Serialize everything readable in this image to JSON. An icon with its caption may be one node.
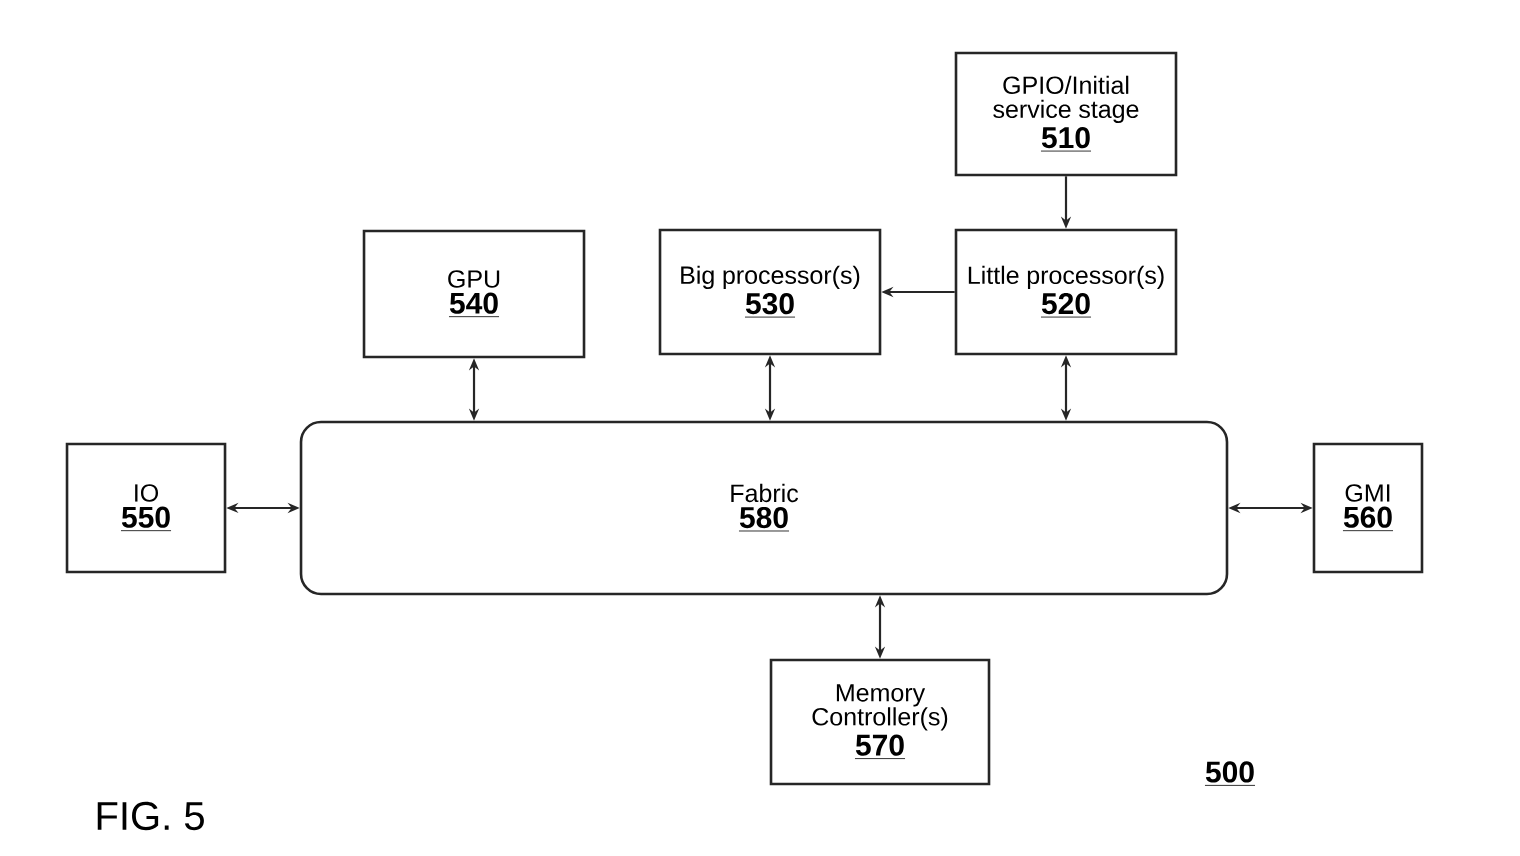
{
  "diagram": {
    "nodes": [
      {
        "text": [
          "GPIO/Initial service stage",
          "510"
        ]
      },
      {
        "text": [
          "GPU",
          "540"
        ]
      },
      {
        "text": [
          "Big processor(s)",
          "530"
        ]
      },
      {
        "text": [
          "Little processor(s)",
          "520"
        ]
      },
      {
        "text": [
          "IO",
          "550"
        ]
      },
      {
        "text": [
          "Fabric",
          "580"
        ]
      },
      {
        "text": [
          "GMI",
          "560"
        ]
      },
      {
        "text": [
          "Memory Controller(s)",
          "570"
        ]
      }
    ],
    "edges": [
      {
        "from": 0,
        "to": 3,
        "arrow": "to"
      },
      {
        "from": 3,
        "to": 2,
        "arrow": "to"
      },
      {
        "from": 1,
        "to": 5,
        "arrow": "both"
      },
      {
        "from": 2,
        "to": 5,
        "arrow": "both"
      },
      {
        "from": 3,
        "to": 5,
        "arrow": "both"
      },
      {
        "from": 4,
        "to": 5,
        "arrow": "both"
      },
      {
        "from": 6,
        "to": 5,
        "arrow": "both"
      },
      {
        "from": 7,
        "to": 5,
        "arrow": "both"
      }
    ],
    "labels": [
      "FIG. 5",
      "500"
    ]
  }
}
